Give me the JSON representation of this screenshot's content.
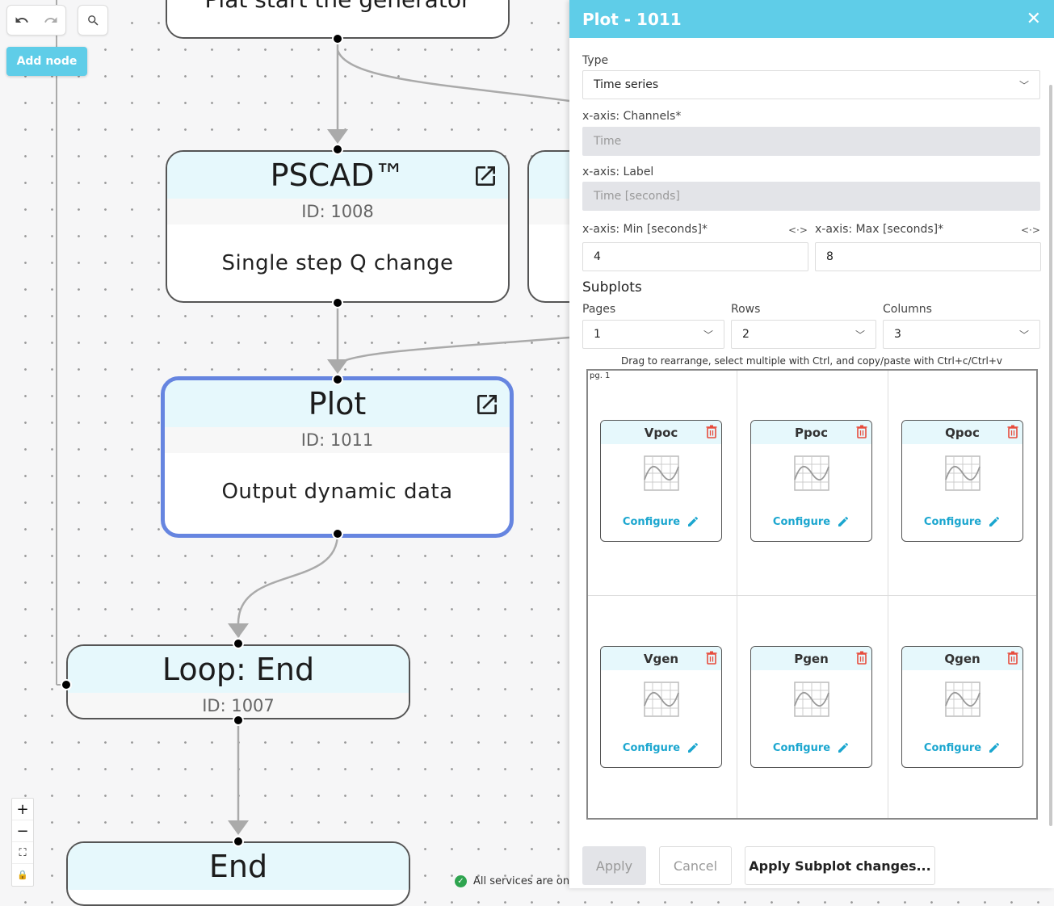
{
  "toolbar": {
    "undo_icon": "undo-icon",
    "redo_icon": "redo-icon",
    "search_icon": "search-icon",
    "add_node_label": "Add node"
  },
  "nodes": [
    {
      "id": "gen",
      "title": "Plat start the generator"
    },
    {
      "id": "pscad",
      "title": "PSCAD™",
      "id_label": "ID: 1008",
      "description": "Single step Q change"
    },
    {
      "id": "plot",
      "title": "Plot",
      "id_label": "ID: 1011",
      "description": "Output dynamic data",
      "selected": true
    },
    {
      "id": "loop_end",
      "title": "Loop: End",
      "id_label": "ID: 1007"
    },
    {
      "id": "end",
      "title": "End"
    }
  ],
  "zoom_controls": [
    "+",
    "−",
    "⛶",
    "🔒"
  ],
  "status": {
    "services_text": "All services are onli"
  },
  "panel": {
    "title": "Plot - 1011",
    "close_icon": "close-icon",
    "type_label": "Type",
    "type_value": "Time series",
    "x_channels_label": "x-axis: Channels*",
    "x_channels_placeholder": "Time",
    "x_label_label": "x-axis: Label",
    "x_label_placeholder": "Time [seconds]",
    "x_min_label": "x-axis: Min [seconds]*",
    "x_min_value": "4",
    "x_max_label": "x-axis: Max [seconds]*",
    "x_max_value": "8",
    "subplots_heading": "Subplots",
    "pages_label": "Pages",
    "pages_value": "1",
    "rows_label": "Rows",
    "rows_value": "2",
    "columns_label": "Columns",
    "columns_value": "3",
    "drag_hint": "Drag to rearrange, select multiple with Ctrl, and copy/paste with Ctrl+c/Ctrl+v",
    "page_label": "pg. 1",
    "subplots": [
      {
        "name": "Vpoc",
        "configure": "Configure"
      },
      {
        "name": "Ppoc",
        "configure": "Configure"
      },
      {
        "name": "Qpoc",
        "configure": "Configure"
      },
      {
        "name": "Vgen",
        "configure": "Configure"
      },
      {
        "name": "Pgen",
        "configure": "Configure"
      },
      {
        "name": "Qgen",
        "configure": "Configure"
      }
    ],
    "buttons": {
      "apply": "Apply",
      "cancel": "Cancel",
      "apply_subplot": "Apply Subplot changes..."
    }
  },
  "colors": {
    "accent": "#5fcde8",
    "selected_border": "#6685e0",
    "node_header": "#e6f8fc",
    "configure_text": "#1ba6cf",
    "trash": "#e74c3c"
  }
}
